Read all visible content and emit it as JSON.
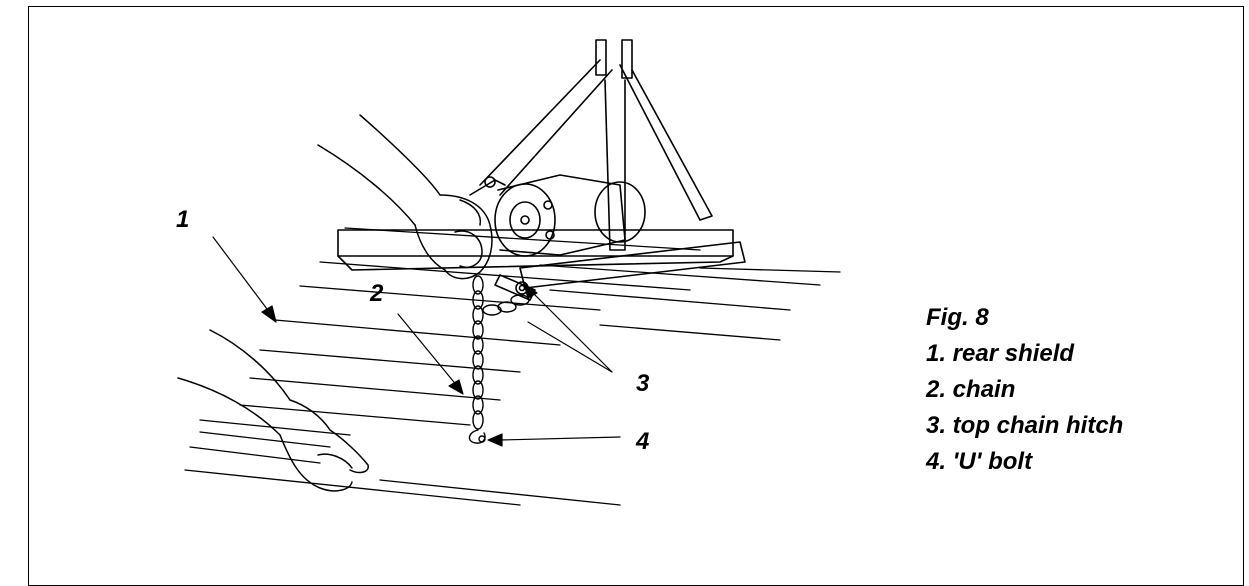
{
  "figure": {
    "callouts": [
      "1",
      "2",
      "3",
      "4"
    ],
    "legend": {
      "title": "Fig. 8",
      "items": [
        "1. rear shield",
        "2. chain",
        "3. top chain hitch",
        "4. 'U' bolt"
      ]
    }
  }
}
